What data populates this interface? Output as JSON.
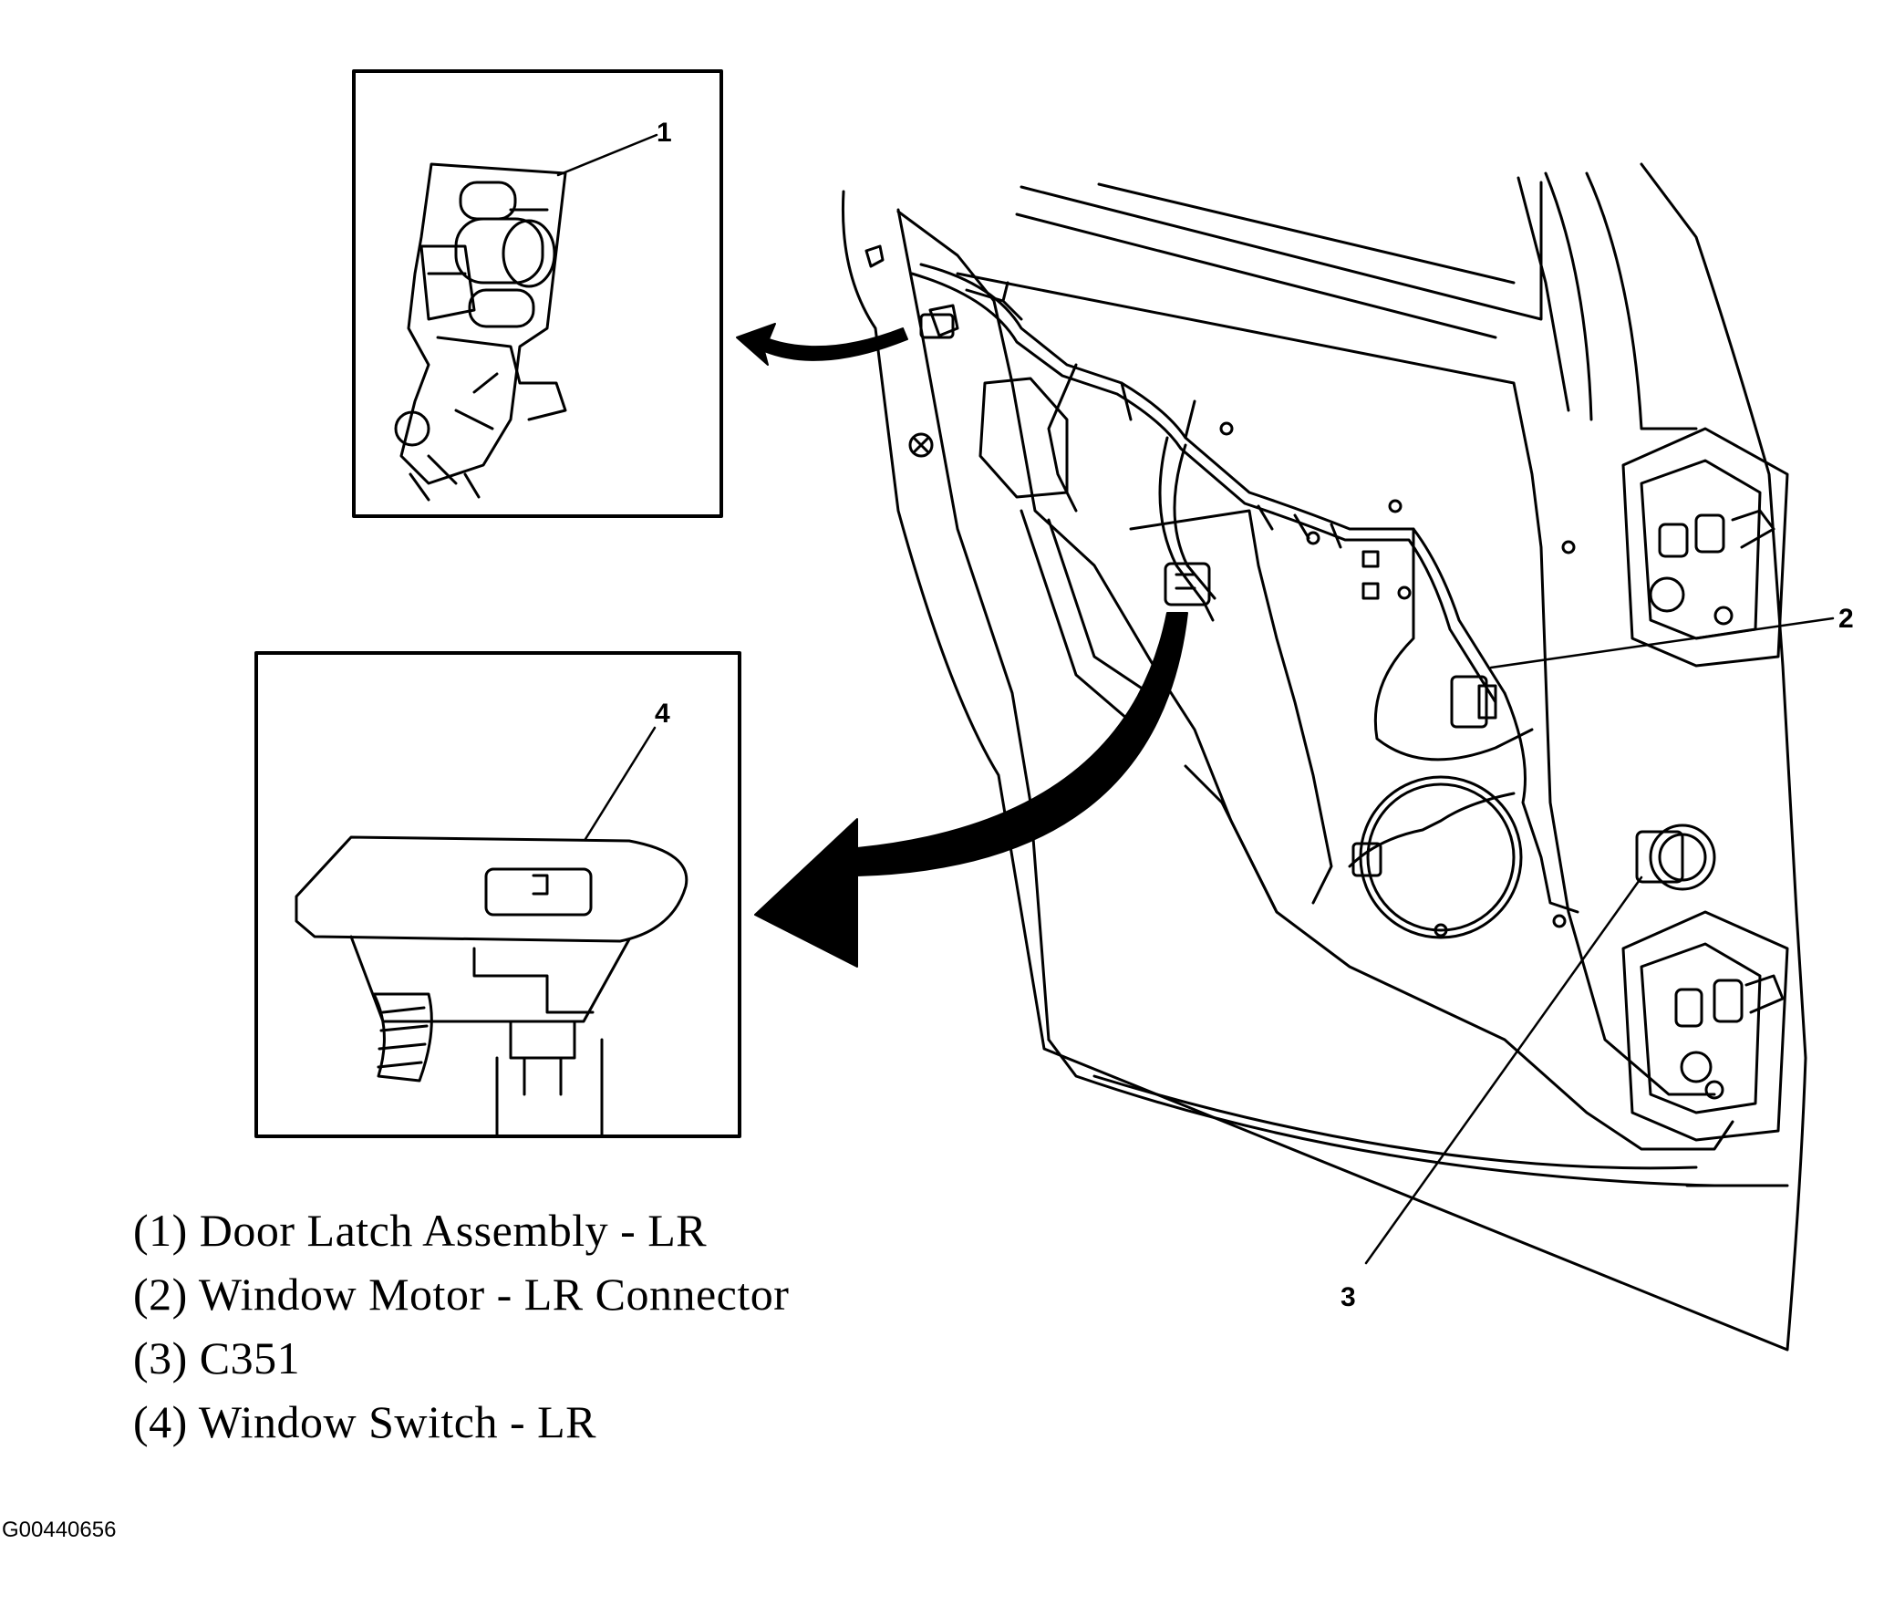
{
  "callouts": [
    "1",
    "2",
    "3",
    "4"
  ],
  "legend": [
    "(1) Door Latch Assembly - LR",
    "(2) Window Motor - LR Connector",
    "(3) C351",
    "(4) Window Switch - LR"
  ],
  "figure_id": "G00440656",
  "colors": {
    "ink": "#000000",
    "paper": "#ffffff"
  }
}
